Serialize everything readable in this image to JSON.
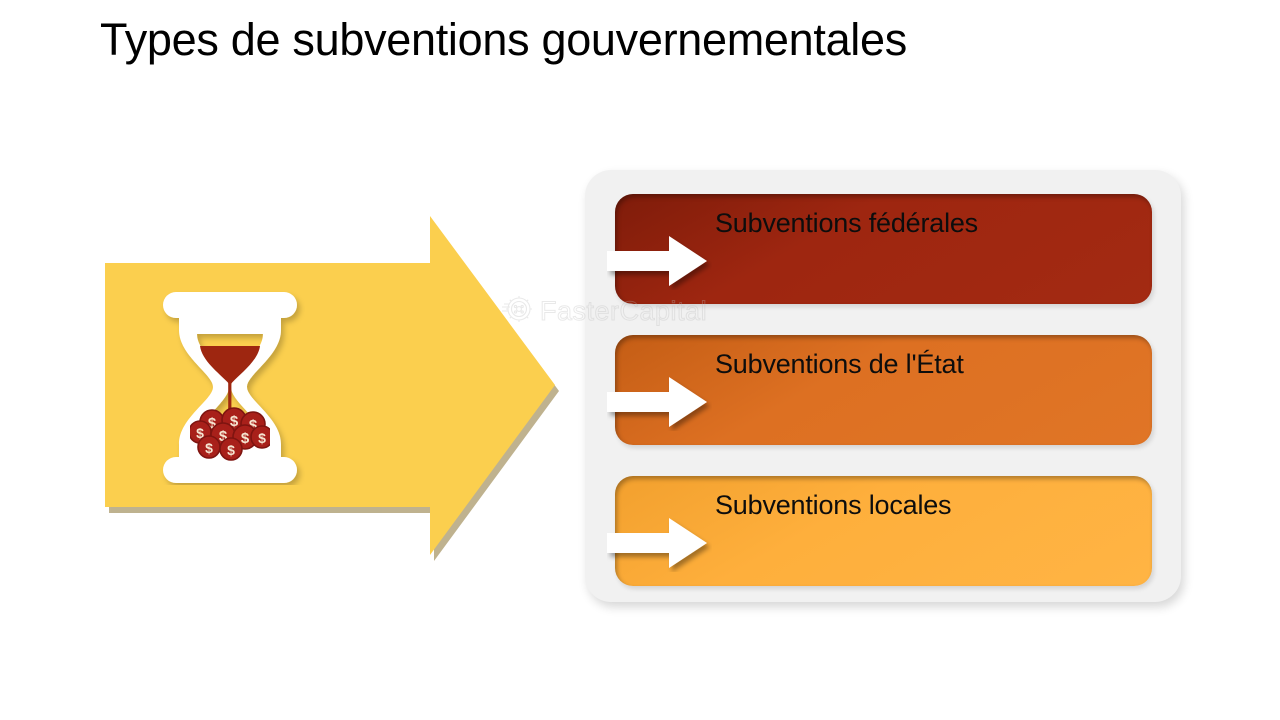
{
  "slide": {
    "title": "Types de subventions gouvernementales",
    "background_color": "#ffffff"
  },
  "illustration": {
    "arrow_name": "yellow-right-arrow",
    "arrow_color": "#fbcf4e",
    "hourglass": {
      "frame_color": "#ffffff",
      "sand_color": "#9e2610",
      "coin_color": "#a8201a",
      "coin_symbol": "$",
      "coin_count": 9
    }
  },
  "panel": {
    "background_color": "#f1f1f1",
    "items": [
      {
        "label": "Subventions fédérales",
        "color": "#9e2610",
        "arrow_color": "#ffffff"
      },
      {
        "label": "Subventions de l'État",
        "color": "#dd7022",
        "arrow_color": "#ffffff"
      },
      {
        "label": "Subventions locales",
        "color": "#feaf3c",
        "arrow_color": "#ffffff"
      }
    ]
  },
  "watermark": {
    "text": "FasterCapital",
    "icon": "gear-icon",
    "color": "#b9b9b9"
  }
}
